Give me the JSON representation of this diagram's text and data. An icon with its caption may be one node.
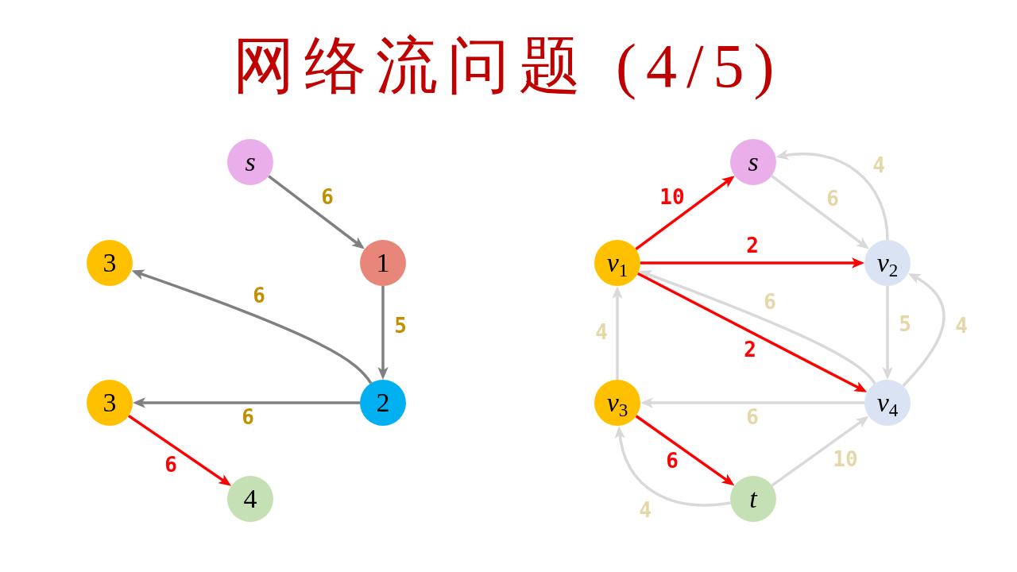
{
  "diagram": {
    "title": "网络流问题 (4/5)",
    "nodes": [
      {
        "text": [
          "s"
        ]
      },
      {
        "text": [
          "3"
        ]
      },
      {
        "text": [
          "1"
        ]
      },
      {
        "text": [
          "3"
        ]
      },
      {
        "text": [
          "2"
        ]
      },
      {
        "text": [
          "4"
        ]
      },
      {
        "text": [
          "s"
        ]
      },
      {
        "text": [
          "*v*$_{1}$"
        ]
      },
      {
        "text": [
          "*v*$_{2}$"
        ]
      },
      {
        "text": [
          "*v*$_{3}$"
        ]
      },
      {
        "text": [
          "*v*$_{4}$"
        ]
      },
      {
        "text": [
          "t"
        ]
      }
    ],
    "edges": [
      {
        "from": 0,
        "to": 2,
        "arrow": "to",
        "label": "6",
        "color": "#808080"
      },
      {
        "from": 2,
        "to": 4,
        "arrow": "to",
        "label": "5",
        "color": "#808080"
      },
      {
        "from": 4,
        "to": 1,
        "arrow": "to",
        "label": "6",
        "color": "#808080"
      },
      {
        "from": 4,
        "to": 3,
        "arrow": "to",
        "label": "6",
        "color": "#808080"
      },
      {
        "from": 3,
        "to": 5,
        "arrow": "to",
        "label": "6",
        "color": "#ff0000"
      },
      {
        "from": 7,
        "to": 6,
        "arrow": "to",
        "label": "10",
        "color": "#ff0000"
      },
      {
        "from": 6,
        "to": 8,
        "arrow": "to",
        "label": "6"
      },
      {
        "from": 8,
        "to": 6,
        "arrow": "to",
        "label": "4"
      },
      {
        "from": 7,
        "to": 8,
        "arrow": "to",
        "label": "2",
        "color": "#ff0000"
      },
      {
        "from": 10,
        "to": 7,
        "arrow": "to",
        "label": "6"
      },
      {
        "from": 7,
        "to": 10,
        "arrow": "to",
        "label": "2",
        "color": "#ff0000"
      },
      {
        "from": 8,
        "to": 10,
        "arrow": "to",
        "label": "5"
      },
      {
        "from": 10,
        "to": 8,
        "arrow": "to",
        "label": "4"
      },
      {
        "from": 9,
        "to": 7,
        "arrow": "to",
        "label": "4"
      },
      {
        "from": 10,
        "to": 9,
        "arrow": "to",
        "label": "6"
      },
      {
        "from": 9,
        "to": 11,
        "arrow": "to",
        "label": "6",
        "color": "#ff0000"
      },
      {
        "from": 11,
        "to": 10,
        "arrow": "to",
        "label": "10"
      },
      {
        "from": 11,
        "to": 9,
        "arrow": "to",
        "label": "4"
      }
    ]
  }
}
